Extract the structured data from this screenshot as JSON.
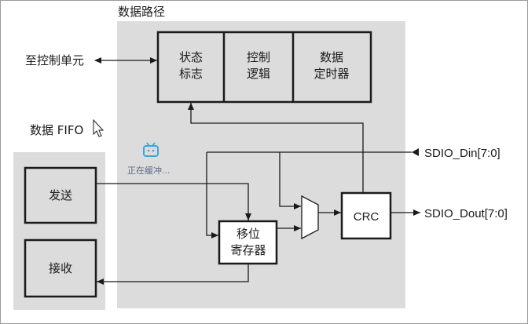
{
  "diagram": {
    "data_path_title": "数据路径",
    "fifo_title": "数据 FIFO",
    "to_control_unit": "至控制单元",
    "state_flag": [
      "状态",
      "标志"
    ],
    "control_logic": [
      "控制",
      "逻辑"
    ],
    "data_timer": [
      "数据",
      "定时器"
    ],
    "send": "发送",
    "receive": "接收",
    "shift_register": [
      "移位",
      "寄存器"
    ],
    "crc": "CRC",
    "sdio_din": "SDIO_Din[7:0]",
    "sdio_dout": "SDIO_Dout[7:0]",
    "overlay_text": "正在缓冲..."
  },
  "colors": {
    "panel": "#dcdcdc",
    "line": "#1a1a1a",
    "tip_icon": "#35a7e0"
  },
  "icons": [
    "cursor-arrow-icon",
    "tv-buffering-icon"
  ]
}
